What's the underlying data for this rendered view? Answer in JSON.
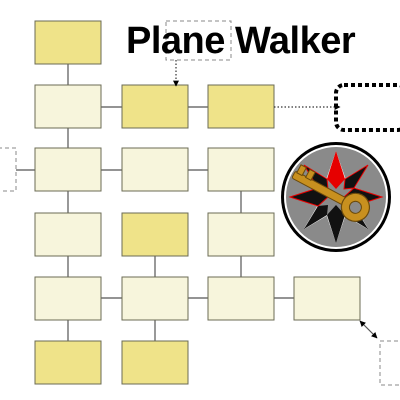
{
  "title": "Plane Walker",
  "colors": {
    "highlight_box": "#efe389",
    "normal_box": "#f7f5dc",
    "box_border": "#6b6b55",
    "connector": "#555555",
    "compass_red": "#e60000",
    "key_gold": "#c8901f"
  },
  "grid": {
    "rows": [
      [
        "highlight",
        null,
        null,
        null
      ],
      [
        "normal",
        "highlight",
        "highlight",
        null
      ],
      [
        "normal",
        "normal",
        "normal",
        null
      ],
      [
        "normal",
        "highlight",
        "normal",
        null
      ],
      [
        "normal",
        "normal",
        "normal",
        "normal"
      ],
      [
        "highlight",
        "highlight",
        null,
        null
      ]
    ]
  },
  "icons": {
    "compass": "compass-star-icon",
    "key": "key-icon"
  }
}
